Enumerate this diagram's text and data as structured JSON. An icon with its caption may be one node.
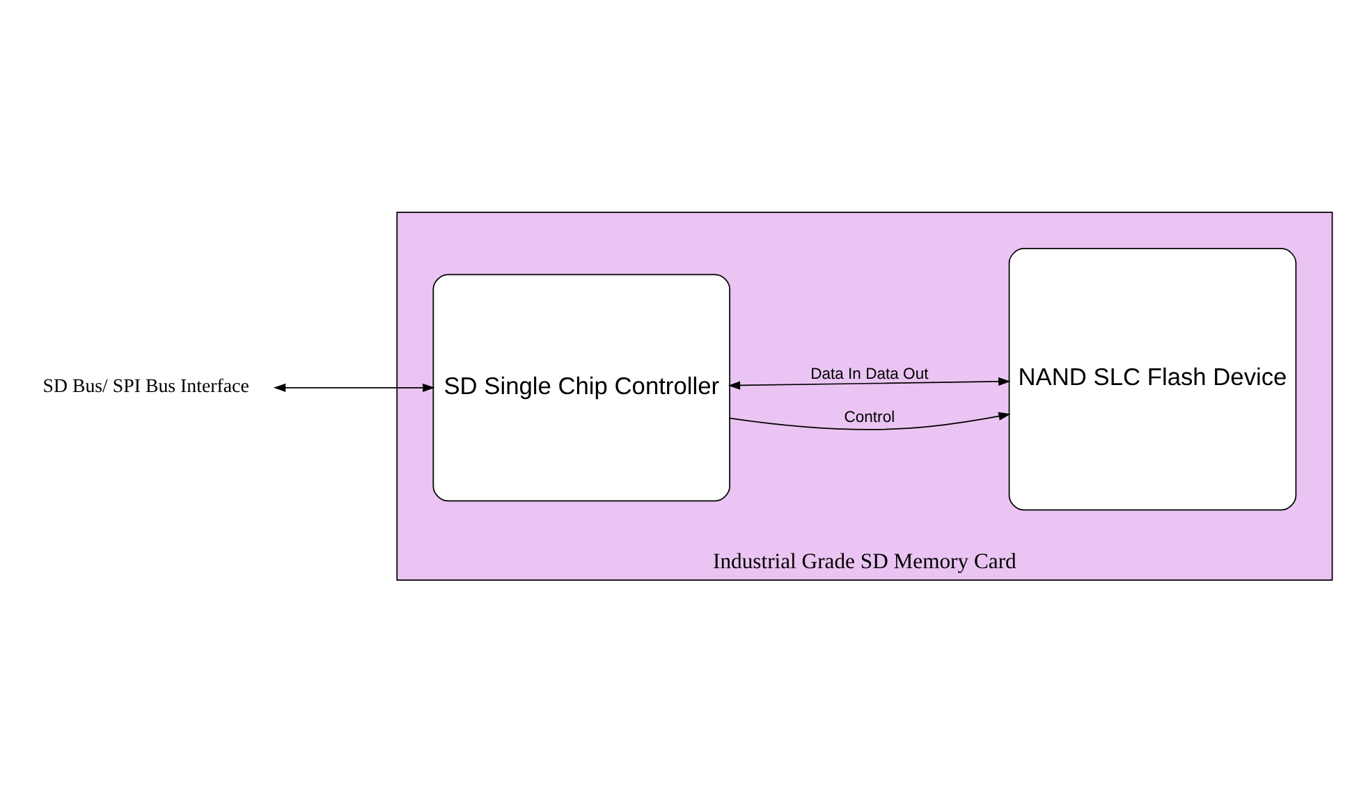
{
  "diagram": {
    "nodes": [
      {
        "text": [
          "Industrial Grade SD Memory Card"
        ]
      },
      {
        "text": [
          "SD Single Chip Controller"
        ],
        "in": 0
      },
      {
        "text": [
          "NAND SLC Flash Device"
        ],
        "in": 0
      },
      {
        "text": [
          "SD Bus/ SPI Bus Interface"
        ]
      }
    ],
    "edges": [
      {
        "from": 3,
        "to": 1,
        "arrow": "both"
      },
      {
        "from": 1,
        "to": 2,
        "arrow": "to",
        "label": "Control"
      },
      {
        "from": 1,
        "to": 2,
        "arrow": "both",
        "label": "Data In Data Out"
      }
    ]
  }
}
